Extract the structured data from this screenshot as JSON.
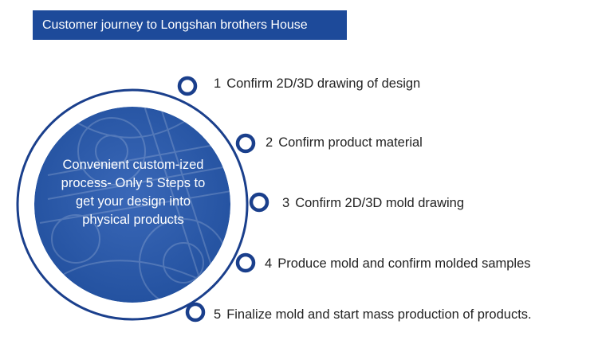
{
  "header": {
    "title": "Customer journey to Longshan brothers House"
  },
  "center": {
    "text": "Convenient custom-ized process- Only 5 Steps to get your design into physical products"
  },
  "colors": {
    "accent": "#1d4a9a",
    "ring": "#1a3f8c",
    "text": "#222222"
  },
  "steps": [
    {
      "num": "1",
      "label": "Confirm 2D/3D drawing of design"
    },
    {
      "num": "2",
      "label": "Confirm product material"
    },
    {
      "num": "3",
      "label": "Confirm 2D/3D mold drawing"
    },
    {
      "num": "4",
      "label": "Produce mold and confirm molded samples"
    },
    {
      "num": "5",
      "label": "Finalize mold and start mass production of products."
    }
  ]
}
